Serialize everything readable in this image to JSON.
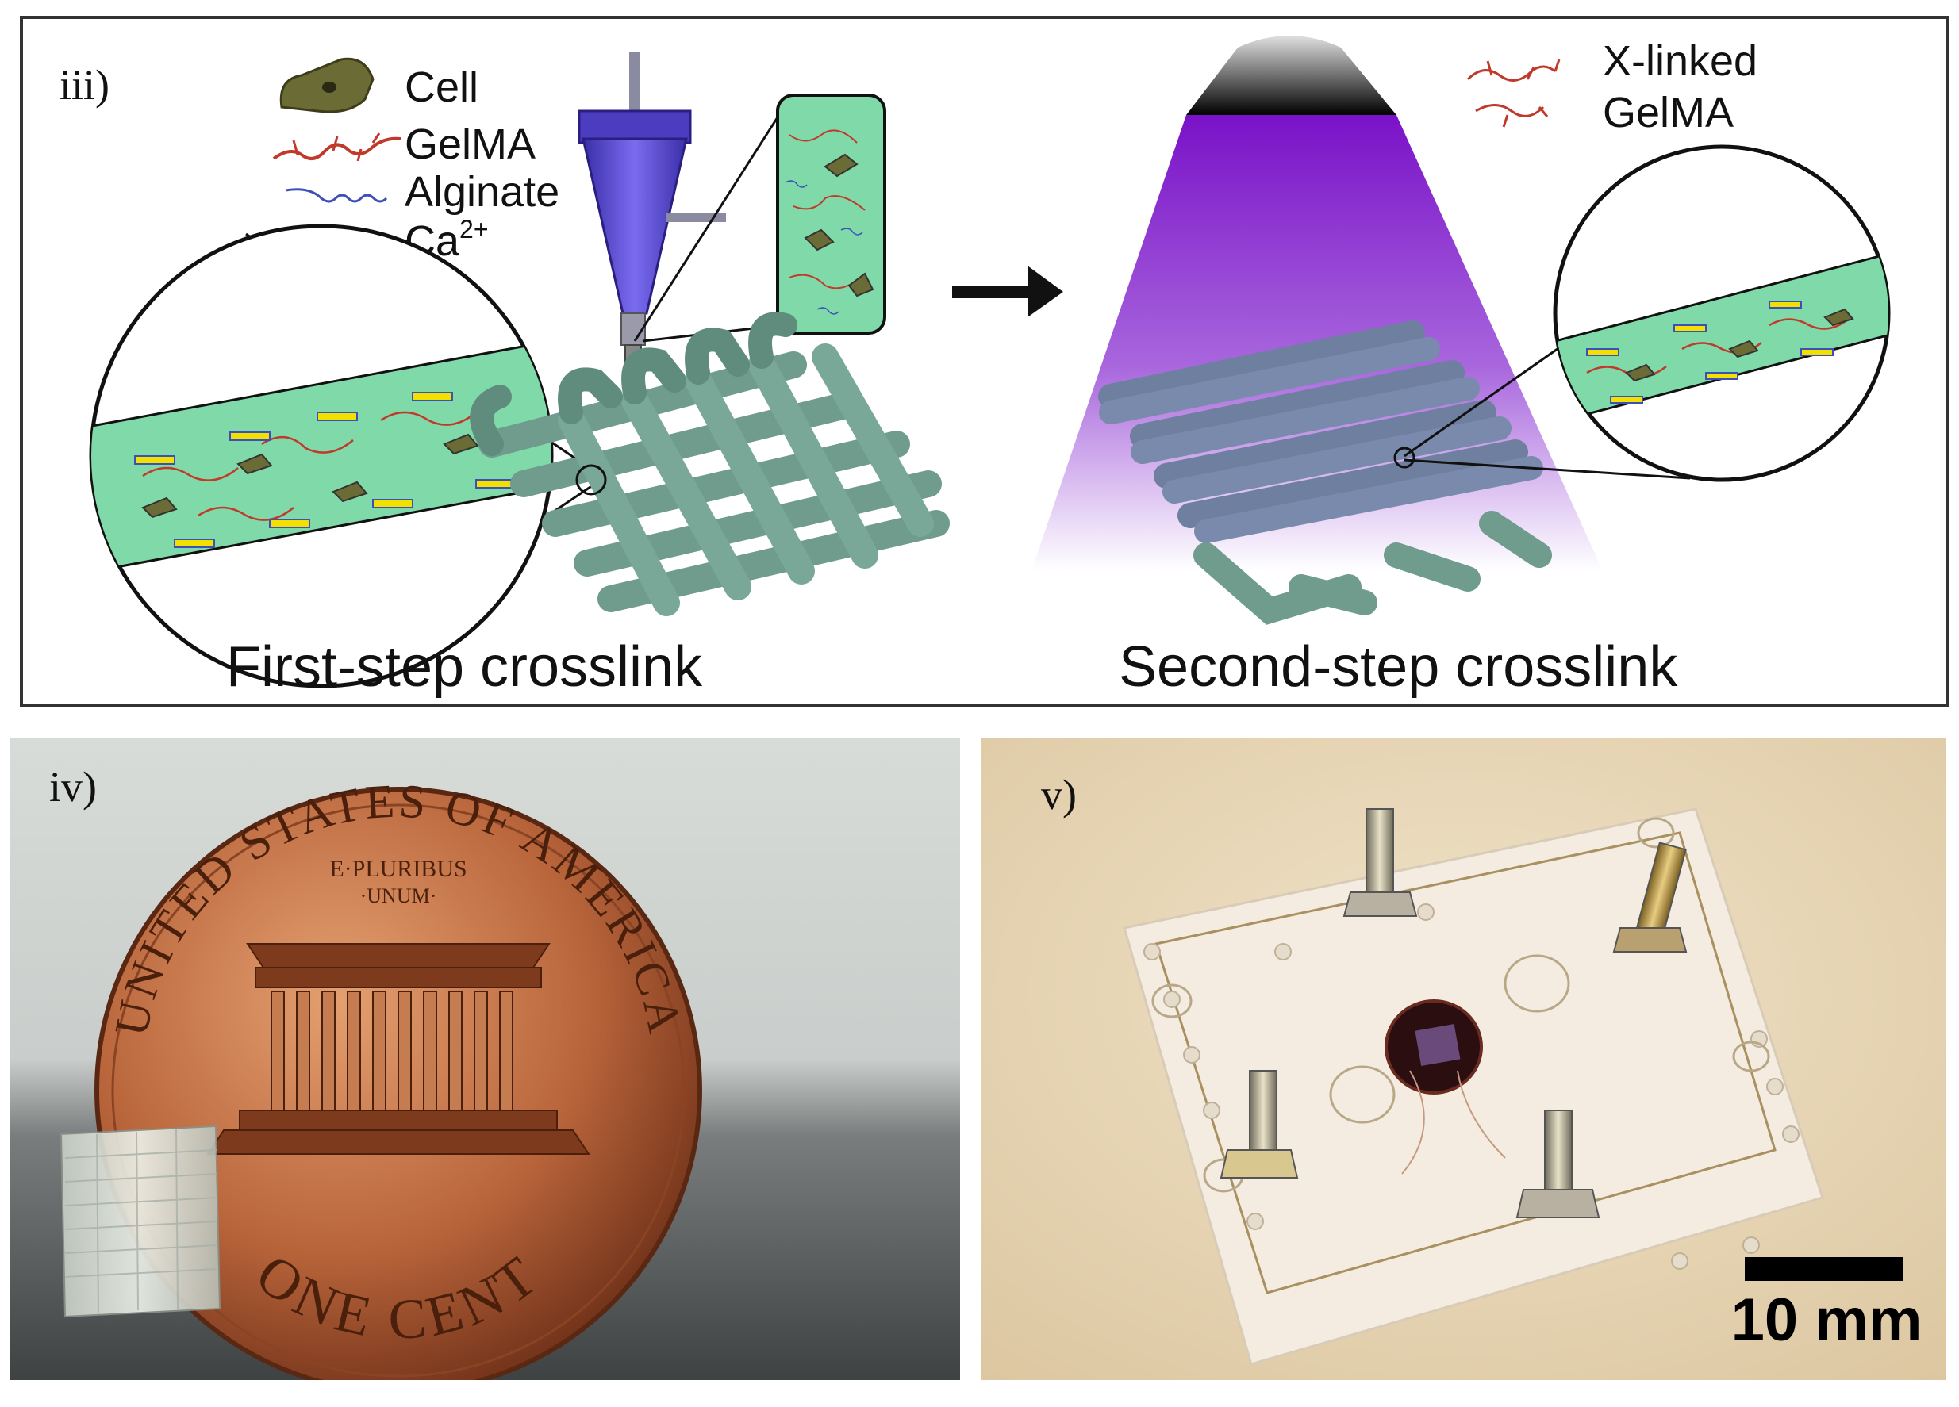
{
  "panel_iii": {
    "label": "iii)",
    "legend": {
      "cell": "Cell",
      "gelma": "GelMA",
      "alginate": "Alginate",
      "calcium": "Ca",
      "calcium_sup": "2+"
    },
    "xlinked": [
      "X-linked",
      "GelMA"
    ],
    "caption_left": "First-step crosslink",
    "caption_right": "Second-step crosslink"
  },
  "panel_iv": {
    "label": "iv)",
    "coin": {
      "top_text": "UNITED STATES OF AMERICA",
      "motto": "E·PLURIBUS",
      "motto2": "·UNUM·",
      "bottom_text": "ONE CENT"
    }
  },
  "panel_v": {
    "label": "v)",
    "scale_bar": "10 mm"
  },
  "colors": {
    "gel_green": "#7fd9a8",
    "lattice_green": "#6f9c8c",
    "nozzle_purple": "#5b4bd0",
    "uv_purple": "#8a1fd0",
    "gelma_red": "#c0392b",
    "alginate_blue": "#3d4fb8",
    "calcium_yellow": "#f2e000",
    "copper": "#b8643a"
  }
}
